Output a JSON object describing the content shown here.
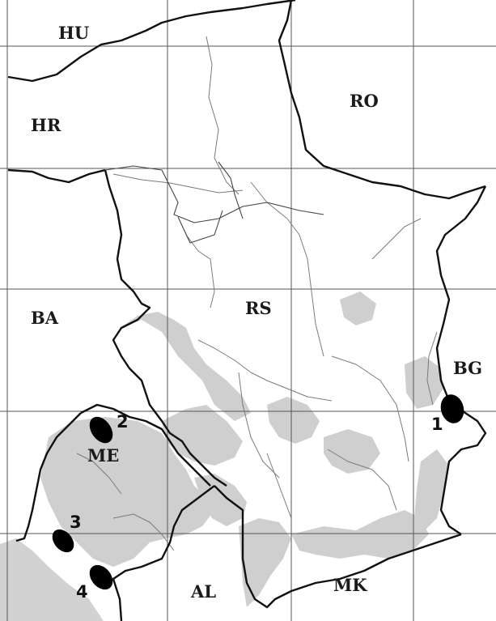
{
  "map": {
    "countries": [
      {
        "code": "HU"
      },
      {
        "code": "HR"
      },
      {
        "code": "RO"
      },
      {
        "code": "BA"
      },
      {
        "code": "RS"
      },
      {
        "code": "BG"
      },
      {
        "code": "ME"
      },
      {
        "code": "AL"
      },
      {
        "code": "MK"
      }
    ],
    "sites": [
      {
        "number": "1"
      },
      {
        "number": "2"
      },
      {
        "number": "3"
      },
      {
        "number": "4"
      }
    ],
    "colors": {
      "background": "#ffffff",
      "mountains": "#cfcfcf",
      "borders": "#111111",
      "rivers": "#7a7a7a",
      "markers": "#000000"
    }
  }
}
